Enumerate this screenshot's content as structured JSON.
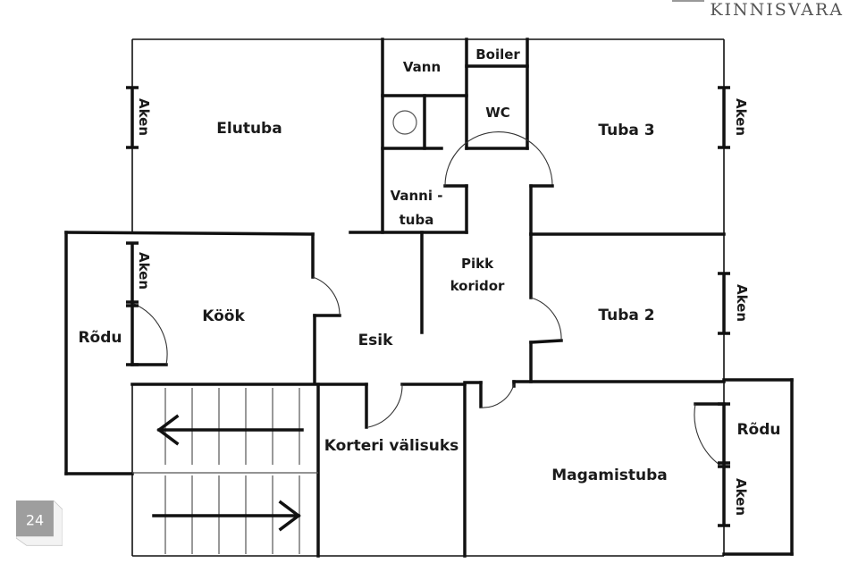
{
  "brand": {
    "name": "KINNISVARA"
  },
  "badge": {
    "number": "24"
  },
  "rooms": {
    "elutuba": "Elutuba",
    "vann": "Vann",
    "boiler": "Boiler",
    "wc": "WC",
    "tuba3": "Tuba 3",
    "vannituba_1": "Vanni -",
    "vannituba_2": "tuba",
    "pikk_1": "Pikk",
    "pikk_2": "koridor",
    "kook": "Köök",
    "rodu_left": "Rõdu",
    "esik": "Esik",
    "tuba2": "Tuba 2",
    "valisuks": "Korteri välisuks",
    "magamistuba": "Magamistuba",
    "rodu_right": "Rõdu"
  },
  "windows": {
    "elutuba": "Aken",
    "tuba3": "Aken",
    "kook": "Aken",
    "tuba2": "Aken",
    "magamistuba": "Aken"
  },
  "colors": {
    "wall": "#111111",
    "badge": "#9e9e9e",
    "brand": "#555555"
  }
}
